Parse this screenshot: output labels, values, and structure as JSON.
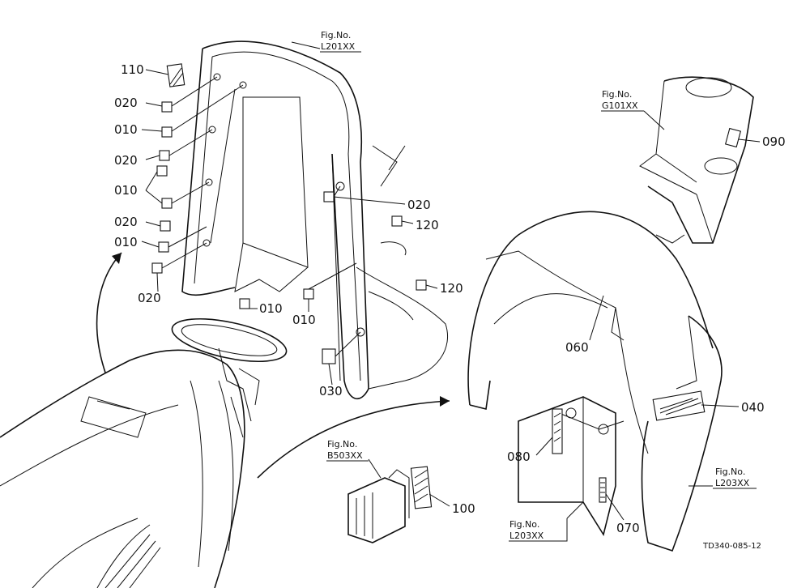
{
  "labels": {
    "p110": "110",
    "p020a": "020",
    "p010a": "010",
    "p020b": "020",
    "p010b": "010",
    "p020c": "020",
    "p010c": "010",
    "p020d": "020",
    "p010d": "010",
    "p010e": "010",
    "p030": "030",
    "p020e": "020",
    "p120a": "120",
    "p120b": "120",
    "p090": "090",
    "p060": "060",
    "p040": "040",
    "p080": "080",
    "p070": "070",
    "p100": "100"
  },
  "figrefs": {
    "l201": {
      "line1": "Fig.No.",
      "line2": "L201XX"
    },
    "g101": {
      "line1": "Fig.No.",
      "line2": "G101XX"
    },
    "b503": {
      "line1": "Fig.No.",
      "line2": "B503XX"
    },
    "l203a": {
      "line1": "Fig.No.",
      "line2": "L203XX"
    },
    "l203b": {
      "line1": "Fig.No.",
      "line2": "L203XX"
    }
  },
  "drawing_code": "TD340-085-12"
}
